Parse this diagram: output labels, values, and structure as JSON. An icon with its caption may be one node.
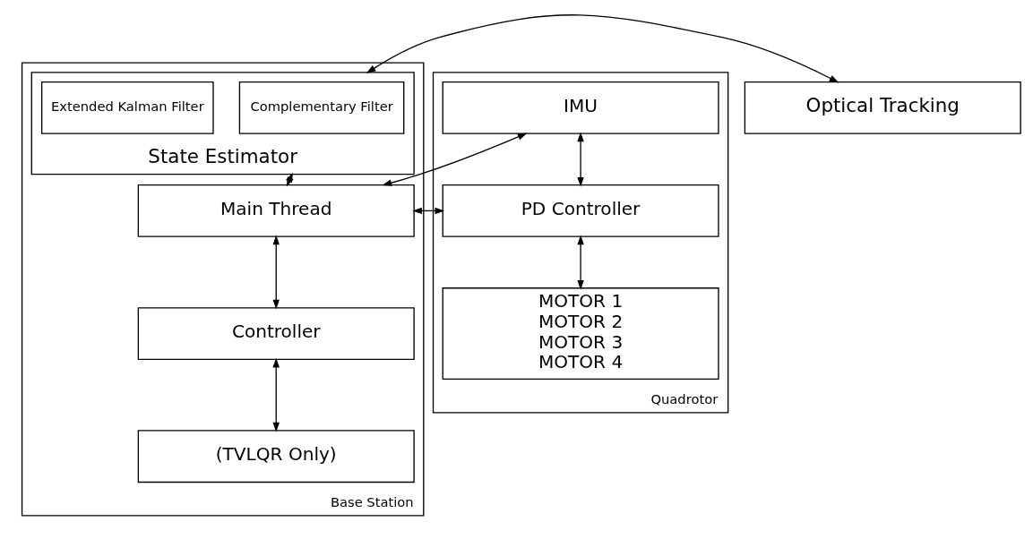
{
  "diagram": {
    "nodes": [
      {
        "text": [
          "Base Station"
        ]
      },
      {
        "text": [
          "State Estimator"
        ],
        "in": 0
      },
      {
        "text": [
          "Complementary Filter"
        ],
        "in": 1
      },
      {
        "text": [
          "Extended Kalman Filter"
        ],
        "in": 1
      },
      {
        "text": [
          "Main Thread"
        ],
        "in": 0
      },
      {
        "text": [
          "Controller"
        ],
        "in": 0
      },
      {
        "text": [
          "(TVLQR Only)"
        ],
        "in": 0
      },
      {
        "text": [
          "Optical Tracking"
        ]
      },
      {
        "text": [
          "Quadrotor"
        ]
      },
      {
        "text": [
          "IMU"
        ],
        "in": 8
      },
      {
        "text": [
          "PD Controller"
        ],
        "in": 8
      },
      {
        "text": [
          "MOTOR 1",
          "MOTOR 2",
          "MOTOR 3",
          "MOTOR 4"
        ],
        "in": 8
      }
    ],
    "edges": [
      {
        "from": 1,
        "to": 4,
        "arrow": "both"
      },
      {
        "from": 4,
        "to": 5,
        "arrow": "both"
      },
      {
        "from": 5,
        "to": 6,
        "arrow": "both"
      },
      {
        "from": 7,
        "to": 1,
        "arrow": "both"
      },
      {
        "from": 9,
        "to": 4,
        "arrow": "both"
      },
      {
        "from": 4,
        "to": 10,
        "arrow": "both"
      },
      {
        "from": 9,
        "to": 10,
        "arrow": "both"
      },
      {
        "from": 10,
        "to": 11,
        "arrow": "both"
      }
    ]
  }
}
